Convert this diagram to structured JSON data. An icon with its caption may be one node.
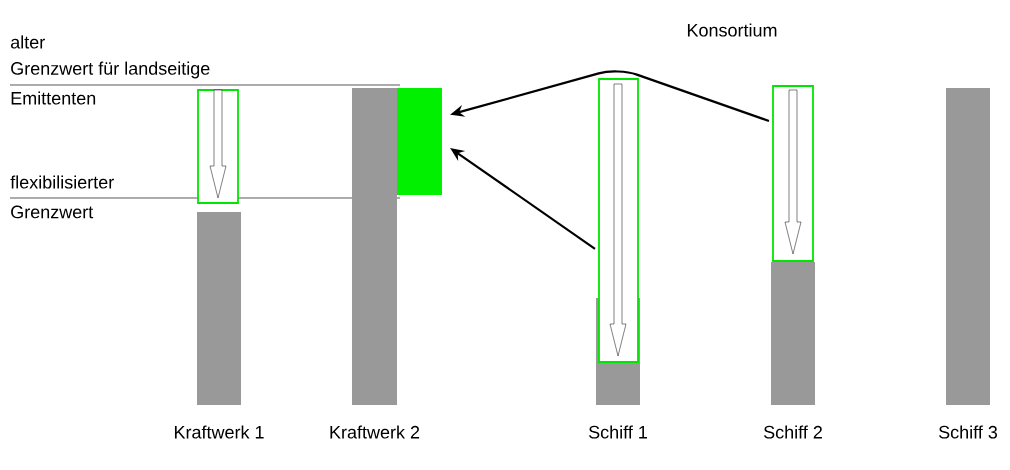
{
  "diagram": {
    "nodes": [
      {
        "text": [
          "Kraftwerk 1"
        ]
      },
      {
        "text": [
          "Kraftwerk 2"
        ]
      },
      {
        "text": [
          "Schiff 1"
        ]
      },
      {
        "text": [
          "Schiff 2"
        ]
      },
      {
        "text": [
          "Schiff 3"
        ]
      },
      {
        "text": [],
        "shape": "box"
      },
      {
        "text": [],
        "shape": "box"
      },
      {
        "text": [],
        "shape": "box"
      },
      {
        "text": [],
        "shape": "box"
      }
    ],
    "edges": [
      {
        "from": 8,
        "to": 6,
        "arrow": "to"
      },
      {
        "from": 7,
        "to": 6,
        "arrow": "to"
      }
    ],
    "labels": [
      "Konsortium",
      "alter",
      "Grenzwert für landseitige",
      "Emittenten",
      "flexibilisierter",
      "Grenzwert"
    ]
  }
}
